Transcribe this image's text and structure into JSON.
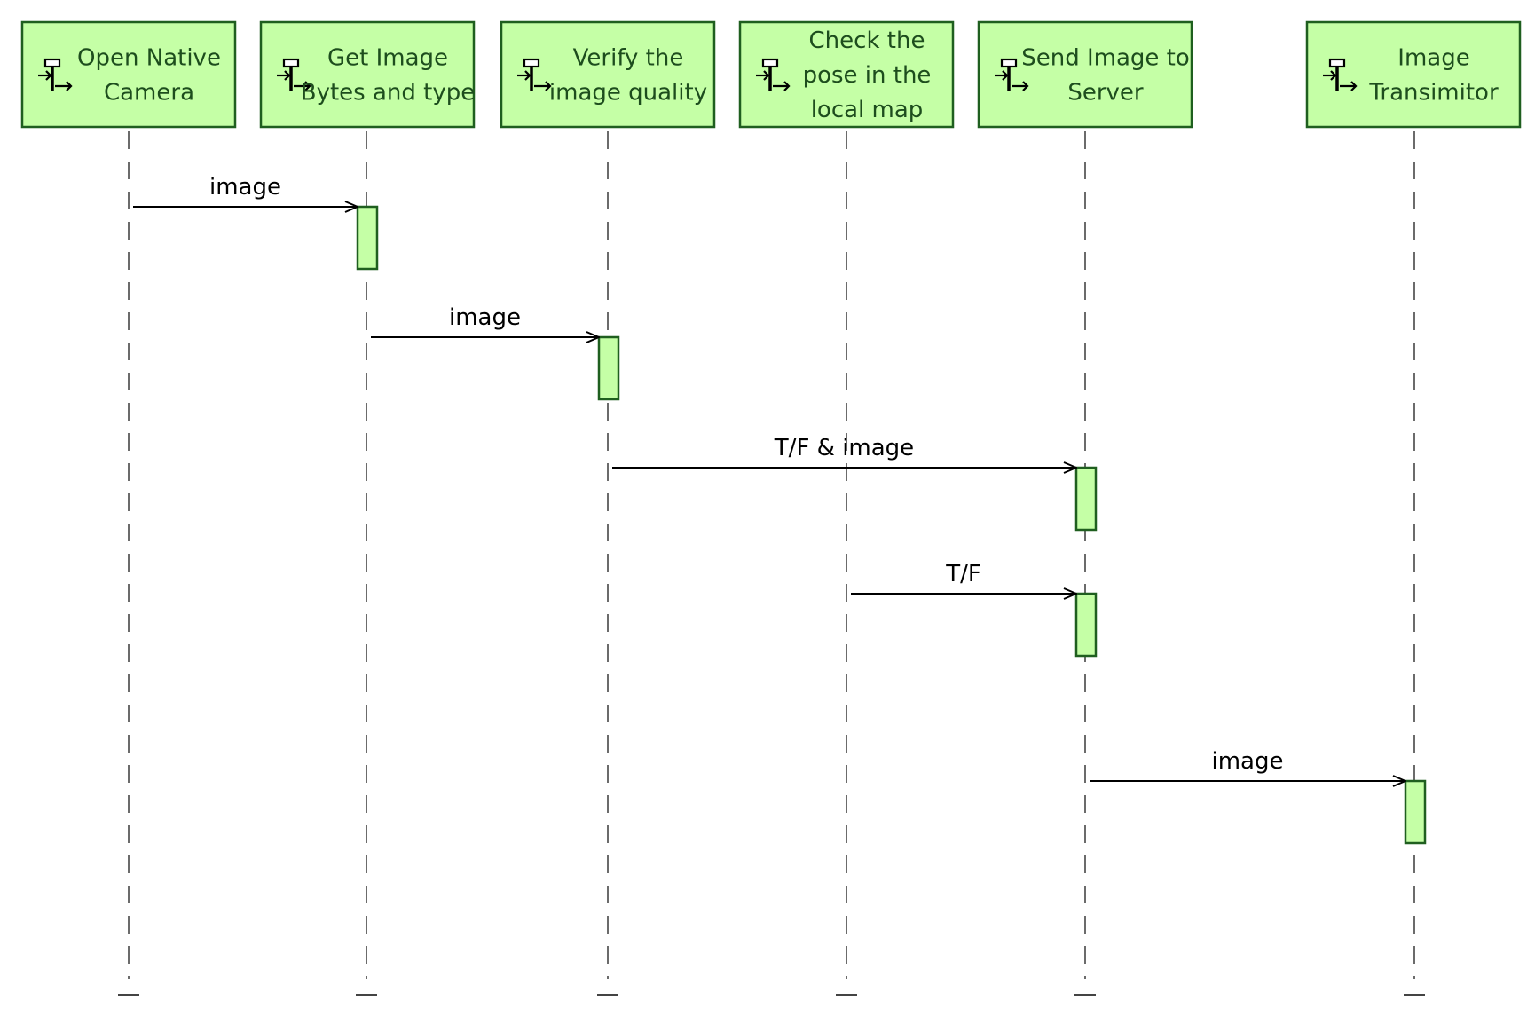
{
  "colors": {
    "box_fill": "#c5ffa6",
    "box_stroke": "#1f5f1f",
    "box_text": "#1d4d1d",
    "lifeline": "#6b6b6b",
    "message": "#000000"
  },
  "participants": [
    {
      "id": "open-native-camera",
      "lines": [
        "Open Native",
        "Camera"
      ],
      "icon": "interface-component-icon"
    },
    {
      "id": "get-image-bytes",
      "lines": [
        "Get Image",
        "Bytes and type"
      ],
      "icon": "interface-component-icon"
    },
    {
      "id": "verify-image-quality",
      "lines": [
        "Verify the",
        "image quality"
      ],
      "icon": "interface-component-icon"
    },
    {
      "id": "check-pose",
      "lines": [
        "Check the",
        "pose in the",
        "local map"
      ],
      "icon": "interface-component-icon"
    },
    {
      "id": "send-image-to-server",
      "lines": [
        "Send Image to",
        "Server"
      ],
      "icon": "interface-component-icon"
    },
    {
      "id": "image-transimitor",
      "lines": [
        "Image",
        "Transimitor"
      ],
      "icon": "interface-component-icon"
    }
  ],
  "messages": [
    {
      "from": 0,
      "to": 1,
      "label": "image"
    },
    {
      "from": 1,
      "to": 2,
      "label": "image"
    },
    {
      "from": 2,
      "to": 4,
      "label": "T/F & image"
    },
    {
      "from": 3,
      "to": 4,
      "label": "T/F"
    },
    {
      "from": 4,
      "to": 5,
      "label": "image"
    }
  ]
}
